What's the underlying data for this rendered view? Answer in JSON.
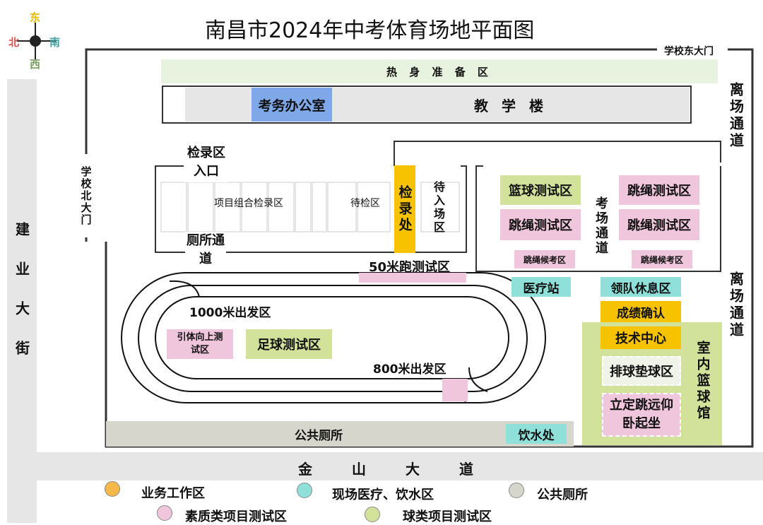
{
  "title": "南昌市2024年中考体育场地平面图",
  "compass": {
    "east": "东",
    "north": "北",
    "south": "南",
    "west": "西",
    "colors": {
      "east": "#e6b800",
      "north": "#e05050",
      "south": "#4aa0a0",
      "west": "#7aa060"
    }
  },
  "roads": {
    "left": "建业大街",
    "bottom": "金山大道"
  },
  "gates": {
    "east": "学校东大门",
    "north": "学校北大门"
  },
  "exit_labels": {
    "top": "离场通道",
    "bottom": "离场通道"
  },
  "areas": {
    "warmup": "热 身 准 备 区",
    "exam_office": "考务办公室",
    "teaching_building": "教 学 楼",
    "checkin_entrance": "检录区入口",
    "combo_checkin": "项目组合检录区",
    "waiting_check": "待检区",
    "check_station": "检录处",
    "waiting_entry": "待入场区",
    "toilet_passage": "厕所通道",
    "sprint_50m": "50米跑测试区",
    "basketball_test": "篮球测试区",
    "rope_test_1": "跳绳测试区",
    "rope_test_2": "跳绳测试区",
    "rope_test_3": "跳绳测试区",
    "exam_passage": "考场通道",
    "rope_wait_1": "跳绳候考区",
    "rope_wait_2": "跳绳候考区",
    "medical": "医疗站",
    "team_rest": "领队休息区",
    "score_confirm": "成绩确认",
    "tech_center": "技术中心",
    "volleyball": "排球垫球区",
    "long_jump_situp": "立定跳远仰卧起坐",
    "indoor_basketball": "室内篮球馆",
    "start_1000m": "1000米出发区",
    "start_800m": "800米出发区",
    "pullup": "引体向上测试区",
    "football": "足球测试区",
    "public_toilet": "公共厕所",
    "water": "饮水处"
  },
  "legend": [
    {
      "label": "业务工作区",
      "color": "#f7b84a"
    },
    {
      "label": "现场医疗、饮水区",
      "color": "#8fe0d9"
    },
    {
      "label": "公共厕所",
      "color": "#d6d6cc"
    },
    {
      "label": "素质类项目测试区",
      "color": "#f0c6dc"
    },
    {
      "label": "球类项目测试区",
      "color": "#d3e29a"
    }
  ]
}
